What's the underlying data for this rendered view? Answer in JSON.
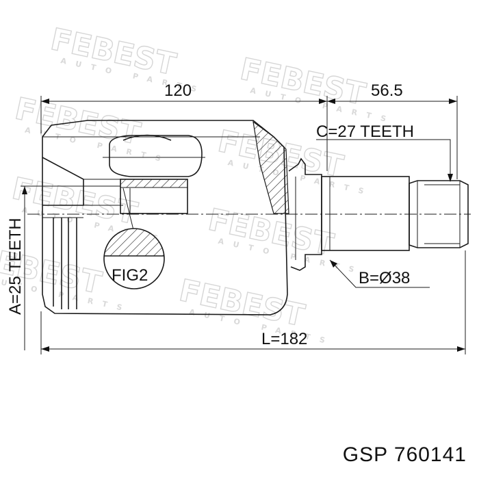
{
  "dimensions": {
    "body_length": "120",
    "shaft_length": "56.5",
    "outer_teeth": "C=27 TEETH",
    "inner_teeth": "A=25 TEETH",
    "shaft_diameter": "B=Ø38",
    "total_length": "L=182",
    "detail_label": "FIG2"
  },
  "watermark": {
    "brand": "FEBEST",
    "tagline": "AUTO PARTS"
  },
  "part_label": "GSP 760141"
}
